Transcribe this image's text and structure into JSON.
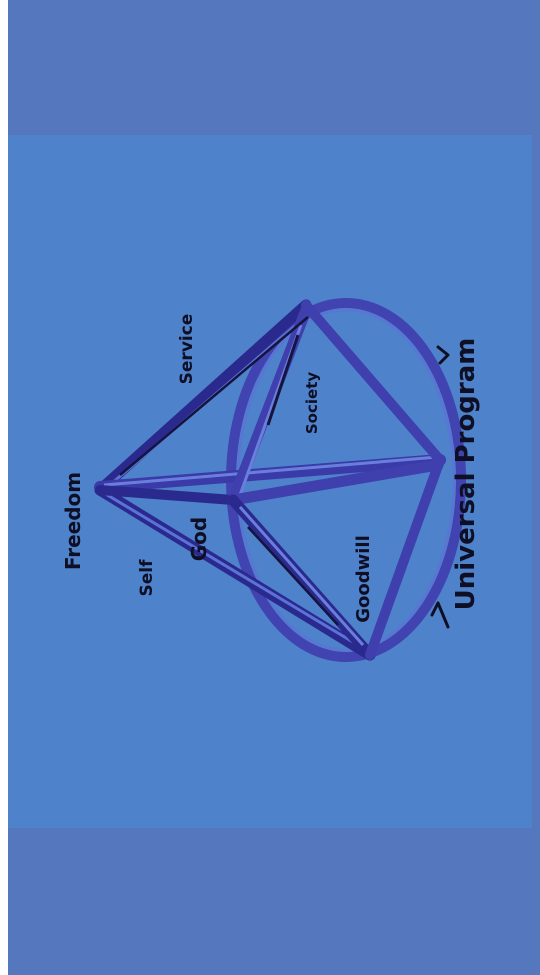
{
  "diagram": {
    "labels": {
      "freedom": "Freedom",
      "service": "Service",
      "self": "Self",
      "god": "God",
      "society": "Society",
      "goodwill": "Goodwill",
      "universal_program": "Universal Program"
    }
  },
  "colors": {
    "frame": "#5577be",
    "canvas": "#4e82cb",
    "stroke_dark": "#2a2a8e",
    "stroke_mid": "#3f3fae",
    "stroke_light": "#5c72d6",
    "ink": "#0e0f25"
  }
}
